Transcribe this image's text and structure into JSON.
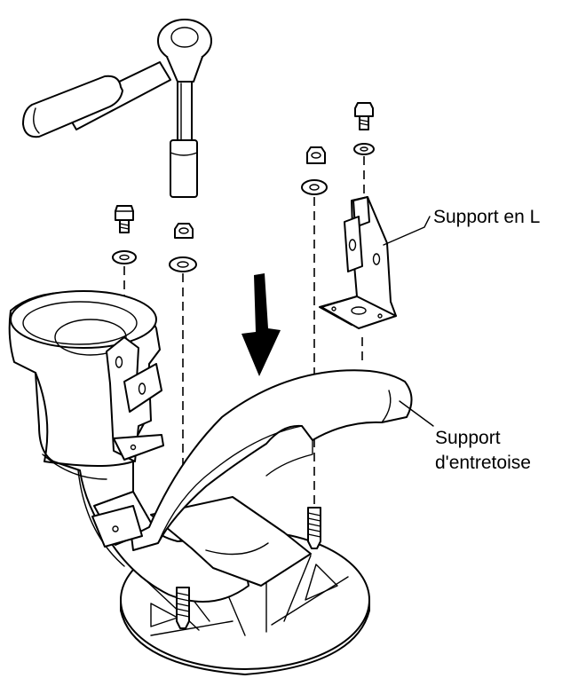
{
  "labels": {
    "l_bracket": "Support en L",
    "spacer_bracket_line1": "Support",
    "spacer_bracket_line2": "d'entretoise"
  }
}
